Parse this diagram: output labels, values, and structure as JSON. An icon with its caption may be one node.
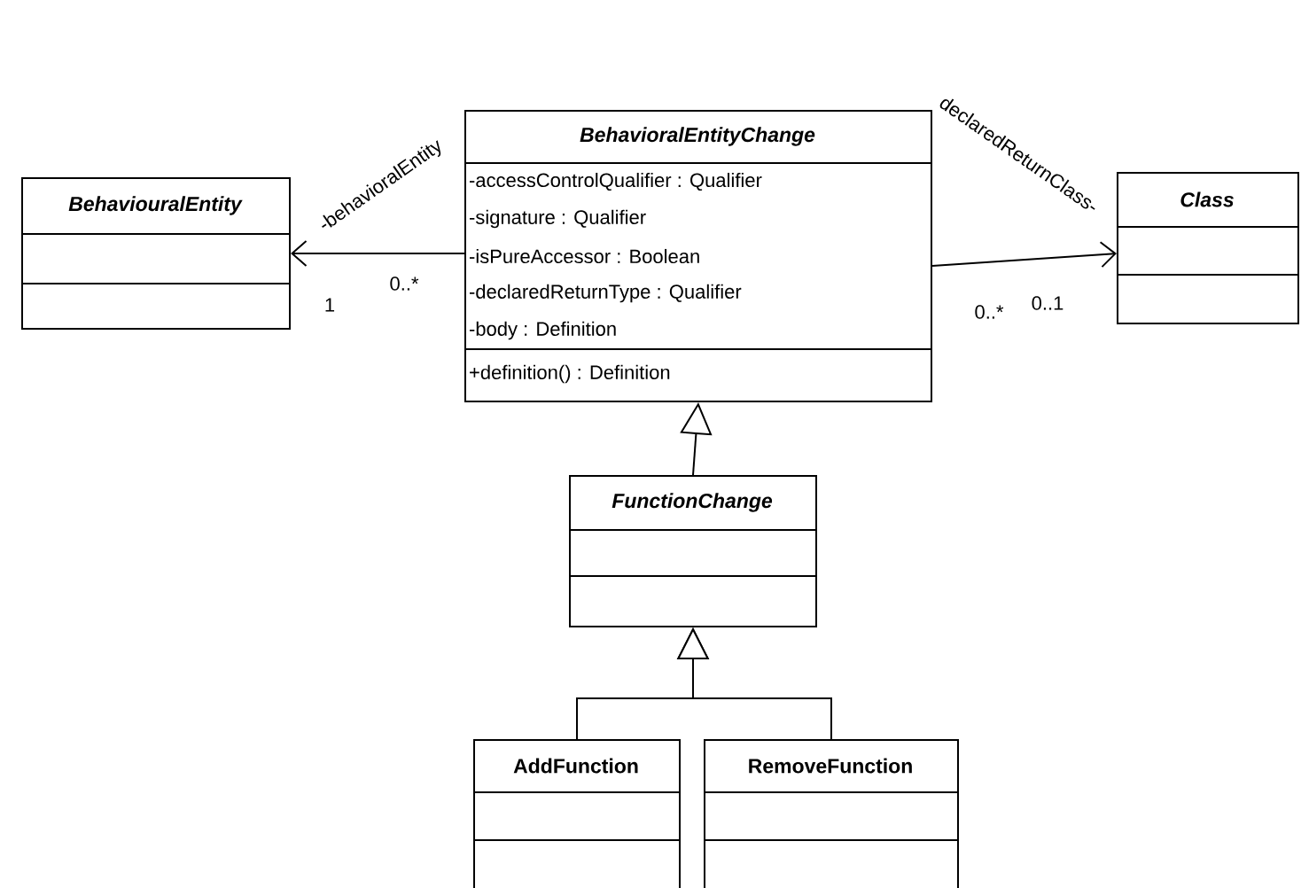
{
  "diagram": {
    "nodes": [
      {
        "text": [
          "BehaviouralEntity"
        ]
      },
      {
        "text": [
          "BehavioralEntityChange",
          "-accessControlQualifier : Qualifier",
          "-signature : Qualifier",
          "-isPureAccessor : Boolean",
          "-declaredReturnType : Qualifier",
          "-body : Definition",
          "+definition() : Definition"
        ]
      },
      {
        "text": [
          "Class"
        ]
      },
      {
        "text": [
          "FunctionChange"
        ]
      },
      {
        "text": [
          "AddFunction"
        ]
      },
      {
        "text": [
          "RemoveFunction"
        ]
      }
    ],
    "edges": [
      {
        "from": 1,
        "to": 0,
        "arrow": "to",
        "label": "-behavioralEntity"
      },
      {
        "from": 1,
        "to": 2,
        "arrow": "to",
        "label": "declaredReturnClass-"
      },
      {
        "from": 3,
        "to": 1,
        "arrow": "to"
      },
      {
        "from": 4,
        "to": 3,
        "arrow": "to"
      },
      {
        "from": 5,
        "to": 3,
        "arrow": "to"
      }
    ],
    "labels": [
      "1",
      "0..*",
      "0..*",
      "0..1"
    ]
  }
}
